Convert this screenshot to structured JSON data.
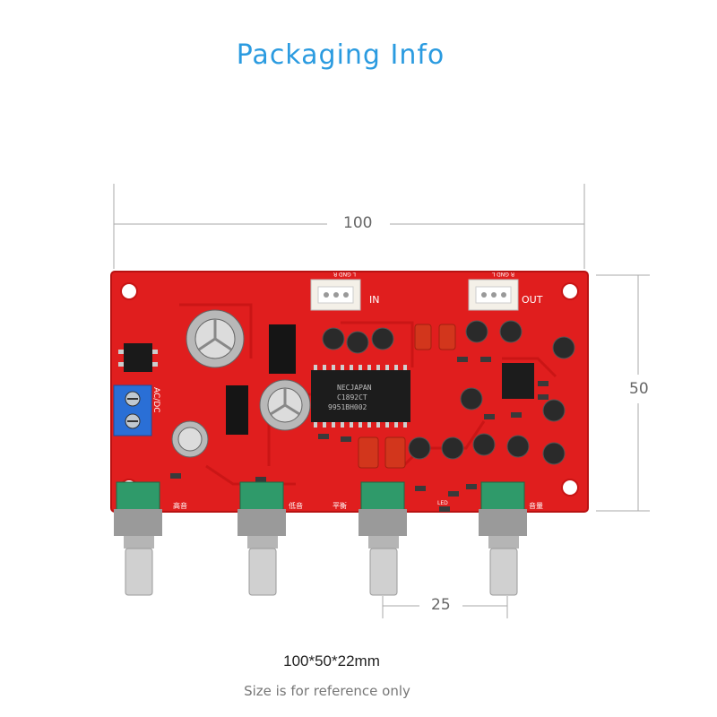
{
  "heading": "Packaging  Info",
  "dimensions": {
    "width": "100",
    "height": "50",
    "knob_spacing": "25"
  },
  "product_size": "100*50*22mm",
  "note": "Size is for reference only",
  "board_labels": {
    "in": "IN",
    "out": "OUT",
    "in_pins": "L GND R",
    "out_pins": "R GND L",
    "power": "AC/DC",
    "chip_line1": "NECJAPAN",
    "chip_line2": "C1892CT",
    "chip_line3": "9951BH002",
    "knob1": "高音",
    "knob2": "低音",
    "knob3": "平衡",
    "knob4": "音量",
    "led": "LED"
  },
  "colors": {
    "heading": "#2b9be0",
    "board": "#e01e1e",
    "knob_cap": "#2f9a6a"
  }
}
